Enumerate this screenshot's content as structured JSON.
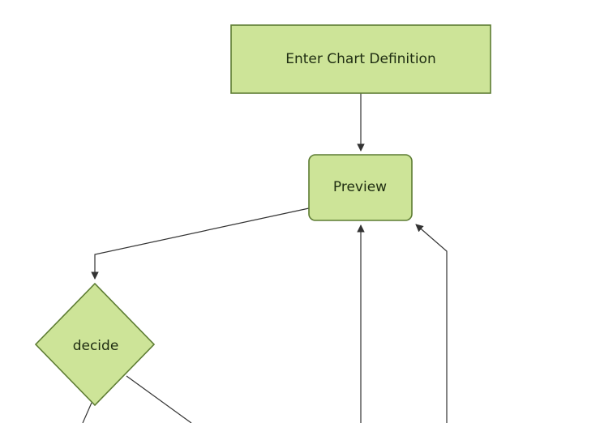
{
  "diagram": {
    "type": "flowchart",
    "nodes": [
      {
        "id": "definition",
        "label": "Enter Chart Definition",
        "shape": "rectangle"
      },
      {
        "id": "preview",
        "label": "Preview",
        "shape": "rounded-rectangle"
      },
      {
        "id": "decide",
        "label": "decide",
        "shape": "diamond"
      }
    ],
    "edges": [
      {
        "from": "definition",
        "to": "preview",
        "arrow": true
      },
      {
        "from": "preview",
        "to": "decide",
        "arrow": true
      },
      {
        "from": "offscreen-bottom-center",
        "to": "preview",
        "arrow": true
      },
      {
        "from": "offscreen-bottom-right",
        "to": "preview",
        "arrow": true
      },
      {
        "from": "decide",
        "to": "offscreen-bottom-left",
        "arrow": false
      },
      {
        "from": "decide",
        "to": "offscreen-bottom-right",
        "arrow": false
      }
    ]
  },
  "theme": {
    "node_fill": "#cde498",
    "node_stroke": "#5d7c33",
    "edge_color": "#333333",
    "text_color": "#1f2d12",
    "background": "#ffffff"
  }
}
